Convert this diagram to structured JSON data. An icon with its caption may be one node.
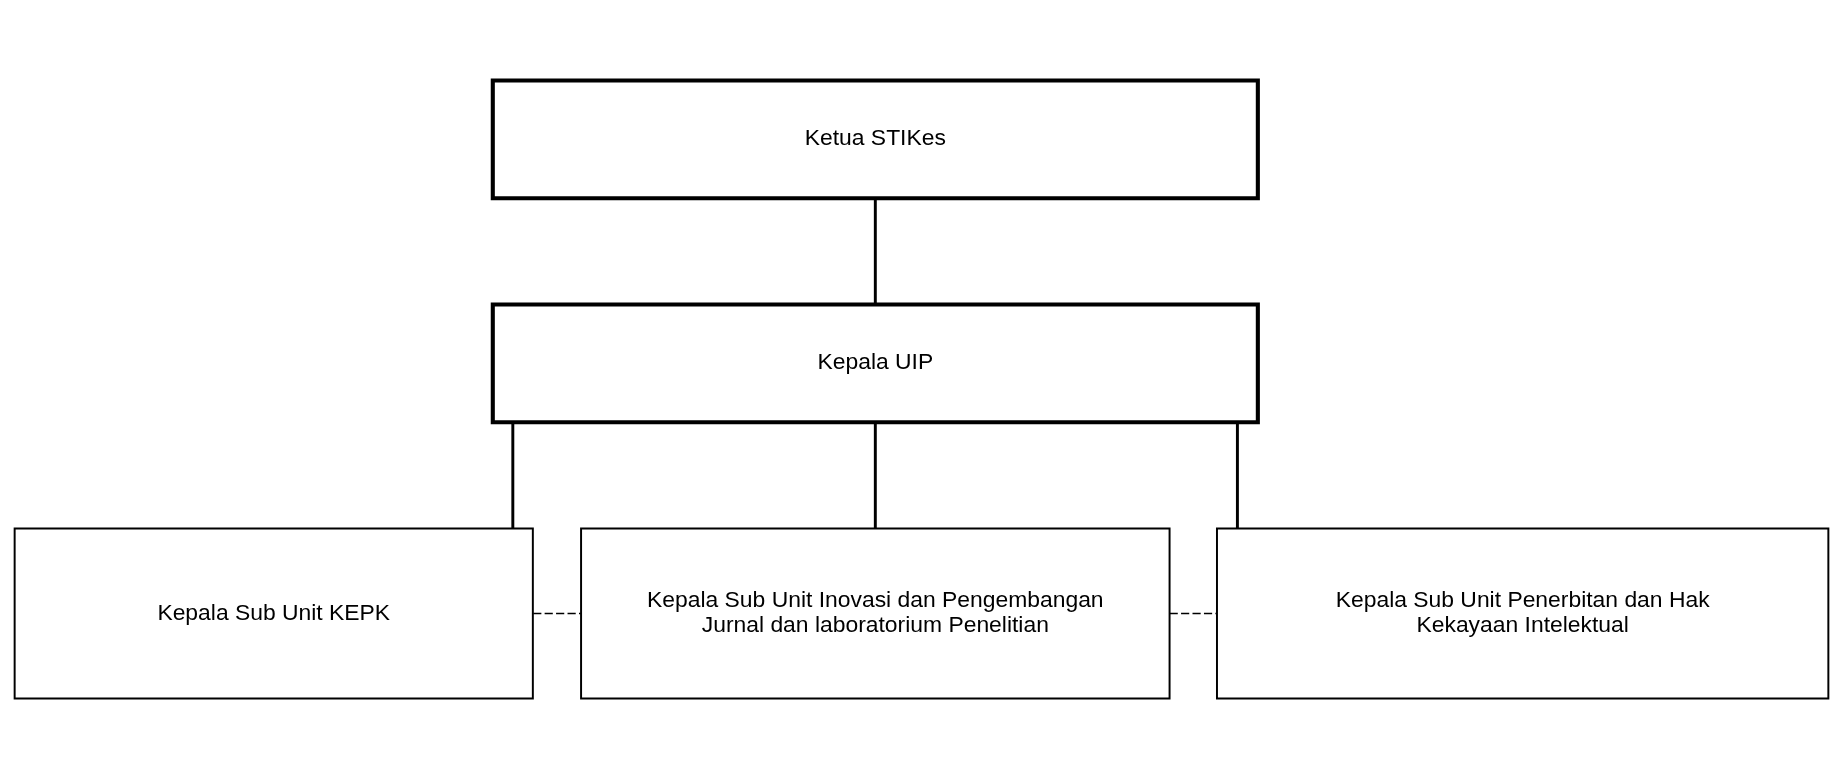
{
  "diagram": {
    "nodes": [
      {
        "text": [
          "Ketua STIKes"
        ]
      },
      {
        "text": [
          "Kepala UIP"
        ]
      },
      {
        "text": [
          "Kepala Sub Unit KEPK"
        ]
      },
      {
        "text": [
          "Kepala Sub Unit Inovasi dan Pengembangan Jurnal dan laboratorium Penelitian"
        ]
      },
      {
        "text": [
          "Kepala Sub Unit Penerbitan dan Hak Kekayaan Intelektual"
        ]
      }
    ],
    "edges": [
      {
        "from": 0,
        "to": 1,
        "arrow": "none"
      },
      {
        "from": 1,
        "to": 2,
        "arrow": "none"
      },
      {
        "from": 1,
        "to": 3,
        "arrow": "none"
      },
      {
        "from": 1,
        "to": 4,
        "arrow": "none"
      },
      {
        "from": 2,
        "to": 3,
        "arrow": "none",
        "style": "dashed"
      },
      {
        "from": 3,
        "to": 4,
        "arrow": "none",
        "style": "dashed"
      }
    ]
  }
}
